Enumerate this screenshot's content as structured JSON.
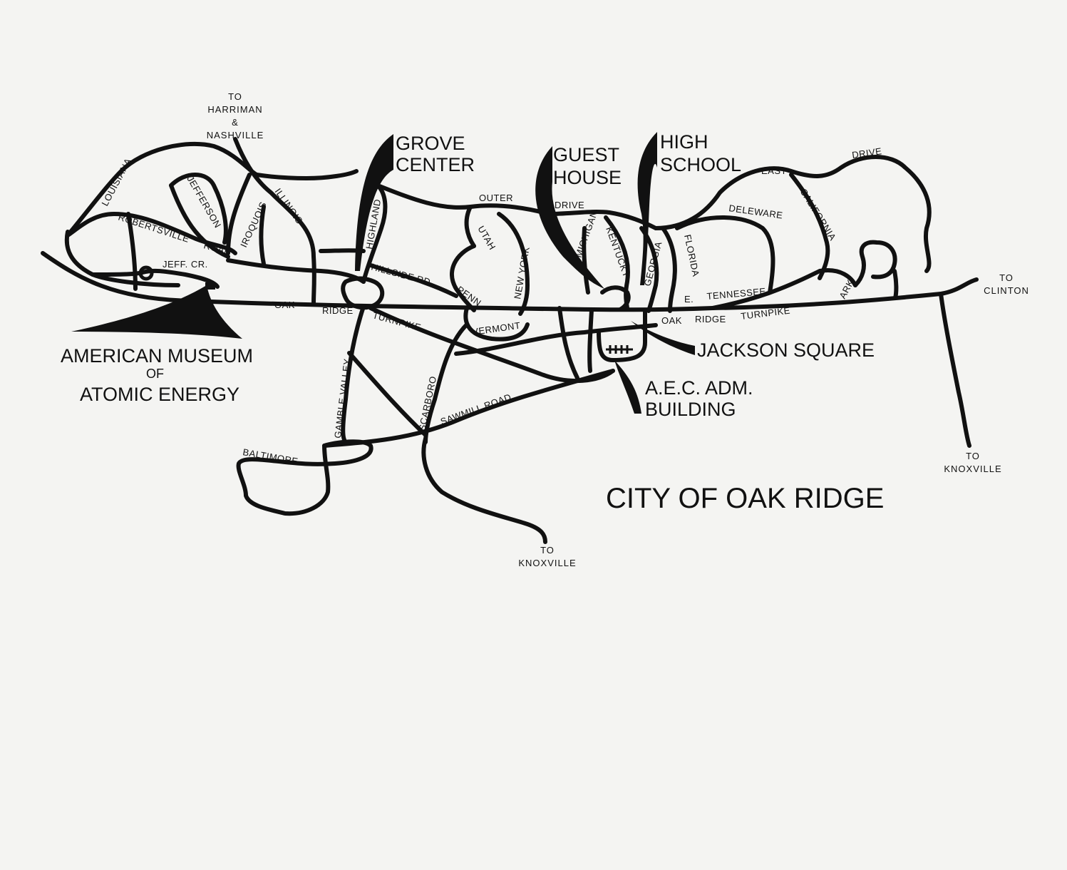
{
  "title": "CITY OF OAK RIDGE",
  "destinations": {
    "harriman_line1": "TO",
    "harriman_line2": "HARRIMAN",
    "harriman_line3": "&",
    "harriman_line4": "NASHVILLE",
    "clinton_line1": "TO",
    "clinton_line2": "CLINTON",
    "knoxville_east_line1": "TO",
    "knoxville_east_line2": "KNOXVILLE",
    "knoxville_south_line1": "TO",
    "knoxville_south_line2": "KNOXVILLE"
  },
  "landmarks": {
    "grove_center_line1": "GROVE",
    "grove_center_line2": "CENTER",
    "guest_house_line1": "GUEST",
    "guest_house_line2": "HOUSE",
    "high_school_line1": "HIGH",
    "high_school_line2": "SCHOOL",
    "jackson_square": "JACKSON SQUARE",
    "aec_line1": "A.E.C. ADM.",
    "aec_line2": "BUILDING",
    "museum_line1": "AMERICAN MUSEUM",
    "museum_line2": "OF",
    "museum_line3": "ATOMIC ENERGY"
  },
  "streets": {
    "louisiana": "LOUISIANA",
    "jefferson": "JEFFERSON",
    "robertsville": "ROBERTSVILLE",
    "road": "ROAD",
    "jeff_cr": "JEFF. CR.",
    "iroquois": "IROQUOIS",
    "illinois": "ILLINOIS",
    "highland": "HIGHLAND",
    "hillside_rd": "HILLSIDE RD",
    "outer": "OUTER",
    "utah": "UTAH",
    "new_york": "NEW YORK",
    "penn": "PENN",
    "vermont": "VERMONT",
    "oak_west": "OAK",
    "ridge_west": "RIDGE",
    "turnpike_west": "TURNPIKE",
    "gamble_valley": "GAMBLE VALLEY",
    "scarboro": "SCARBORO",
    "sawmill_road": "SAWMILL ROAD",
    "baltimore": "BALTIMORE",
    "drive_west": "DRIVE",
    "michigan": "MICHIGAN",
    "kentucky": "KENTUCKY",
    "georgia": "GEORGIA",
    "florida": "FLORIDA",
    "deleware": "DELEWARE",
    "east": "EAST",
    "drive_east": "DRIVE",
    "california": "CALIFORNIA",
    "e": "E.",
    "tennessee": "TENNESSEE",
    "ark": "ARK",
    "oak_east": "OAK",
    "ridge_east": "RIDGE",
    "turnpike_east": "TURNPIKE"
  }
}
